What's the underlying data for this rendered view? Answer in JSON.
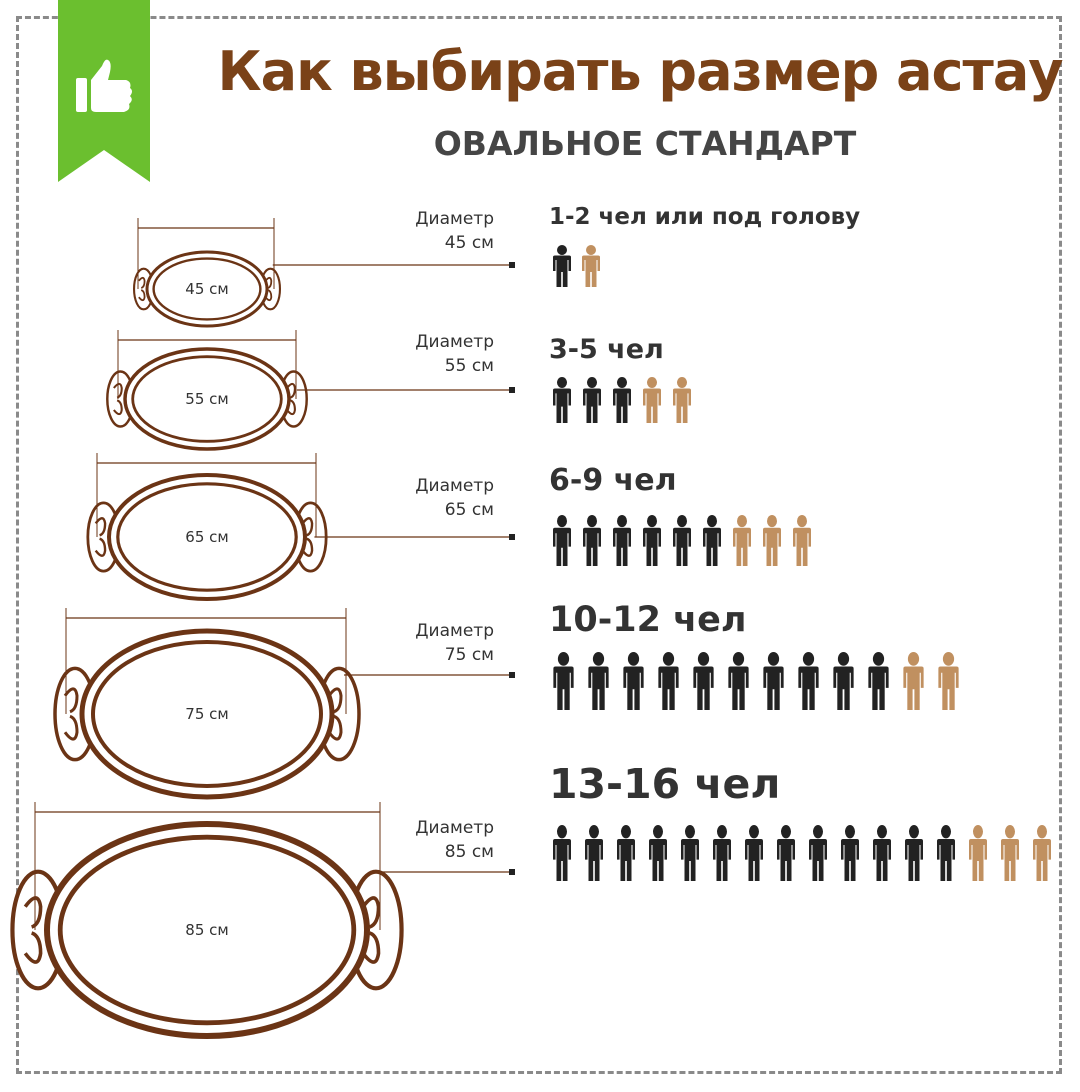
{
  "header": {
    "title": "Как выбирать размер астау",
    "subtitle": "ОВАЛЬНОЕ СТАНДАРТ",
    "badge_icon": "thumbs-up-icon",
    "badge_color": "#6bbf2f"
  },
  "colors": {
    "title": "#7a4218",
    "tray_outline": "#6b3415",
    "person_primary": "#222222",
    "person_secondary": "#c09060"
  },
  "sizes": [
    {
      "dim_word": "Диаметр",
      "dim_value": "45 см",
      "oval_label": "45 см",
      "people_text": "1-2 чел или под голову",
      "people_count": 1,
      "extra_count": 1
    },
    {
      "dim_word": "Диаметр",
      "dim_value": "55 см",
      "oval_label": "55 см",
      "people_text": "3-5 чел",
      "people_count": 3,
      "extra_count": 2
    },
    {
      "dim_word": "Диаметр",
      "dim_value": "65 см",
      "oval_label": "65 см",
      "people_text": "6-9 чел",
      "people_count": 6,
      "extra_count": 3
    },
    {
      "dim_word": "Диаметр",
      "dim_value": "75 см",
      "oval_label": "75 см",
      "people_text": "10-12 чел",
      "people_count": 10,
      "extra_count": 2
    },
    {
      "dim_word": "Диаметр",
      "dim_value": "85 см",
      "oval_label": "85 см",
      "people_text": "13-16 чел",
      "people_count": 13,
      "extra_count": 3
    }
  ]
}
